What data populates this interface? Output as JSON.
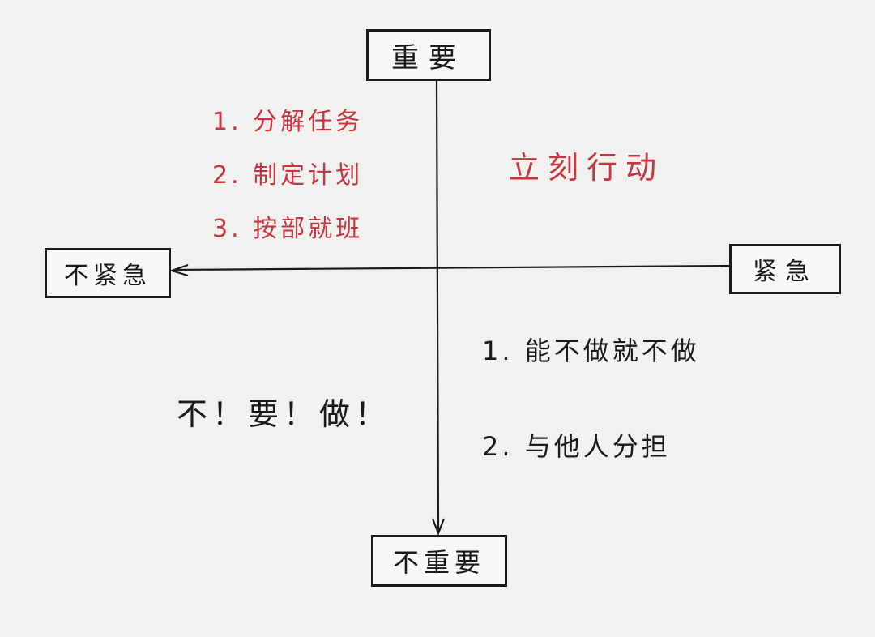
{
  "axes": {
    "top_label": "重要",
    "bottom_label": "不重要",
    "left_label": "不紧急",
    "right_label": "紧急"
  },
  "quadrants": {
    "top_left": {
      "items": [
        "1. 分解任务",
        "2. 制定计划",
        "3. 按部就班"
      ]
    },
    "top_right": {
      "text": "立刻行动"
    },
    "bottom_left": {
      "text": "不！要！做！"
    },
    "bottom_right": {
      "items": [
        "1. 能不做就不做",
        "2. 与他人分担"
      ]
    }
  },
  "colors": {
    "ink_black": "#1a1a1a",
    "ink_red": "#c8343f",
    "paper": "#f1f1ef"
  }
}
